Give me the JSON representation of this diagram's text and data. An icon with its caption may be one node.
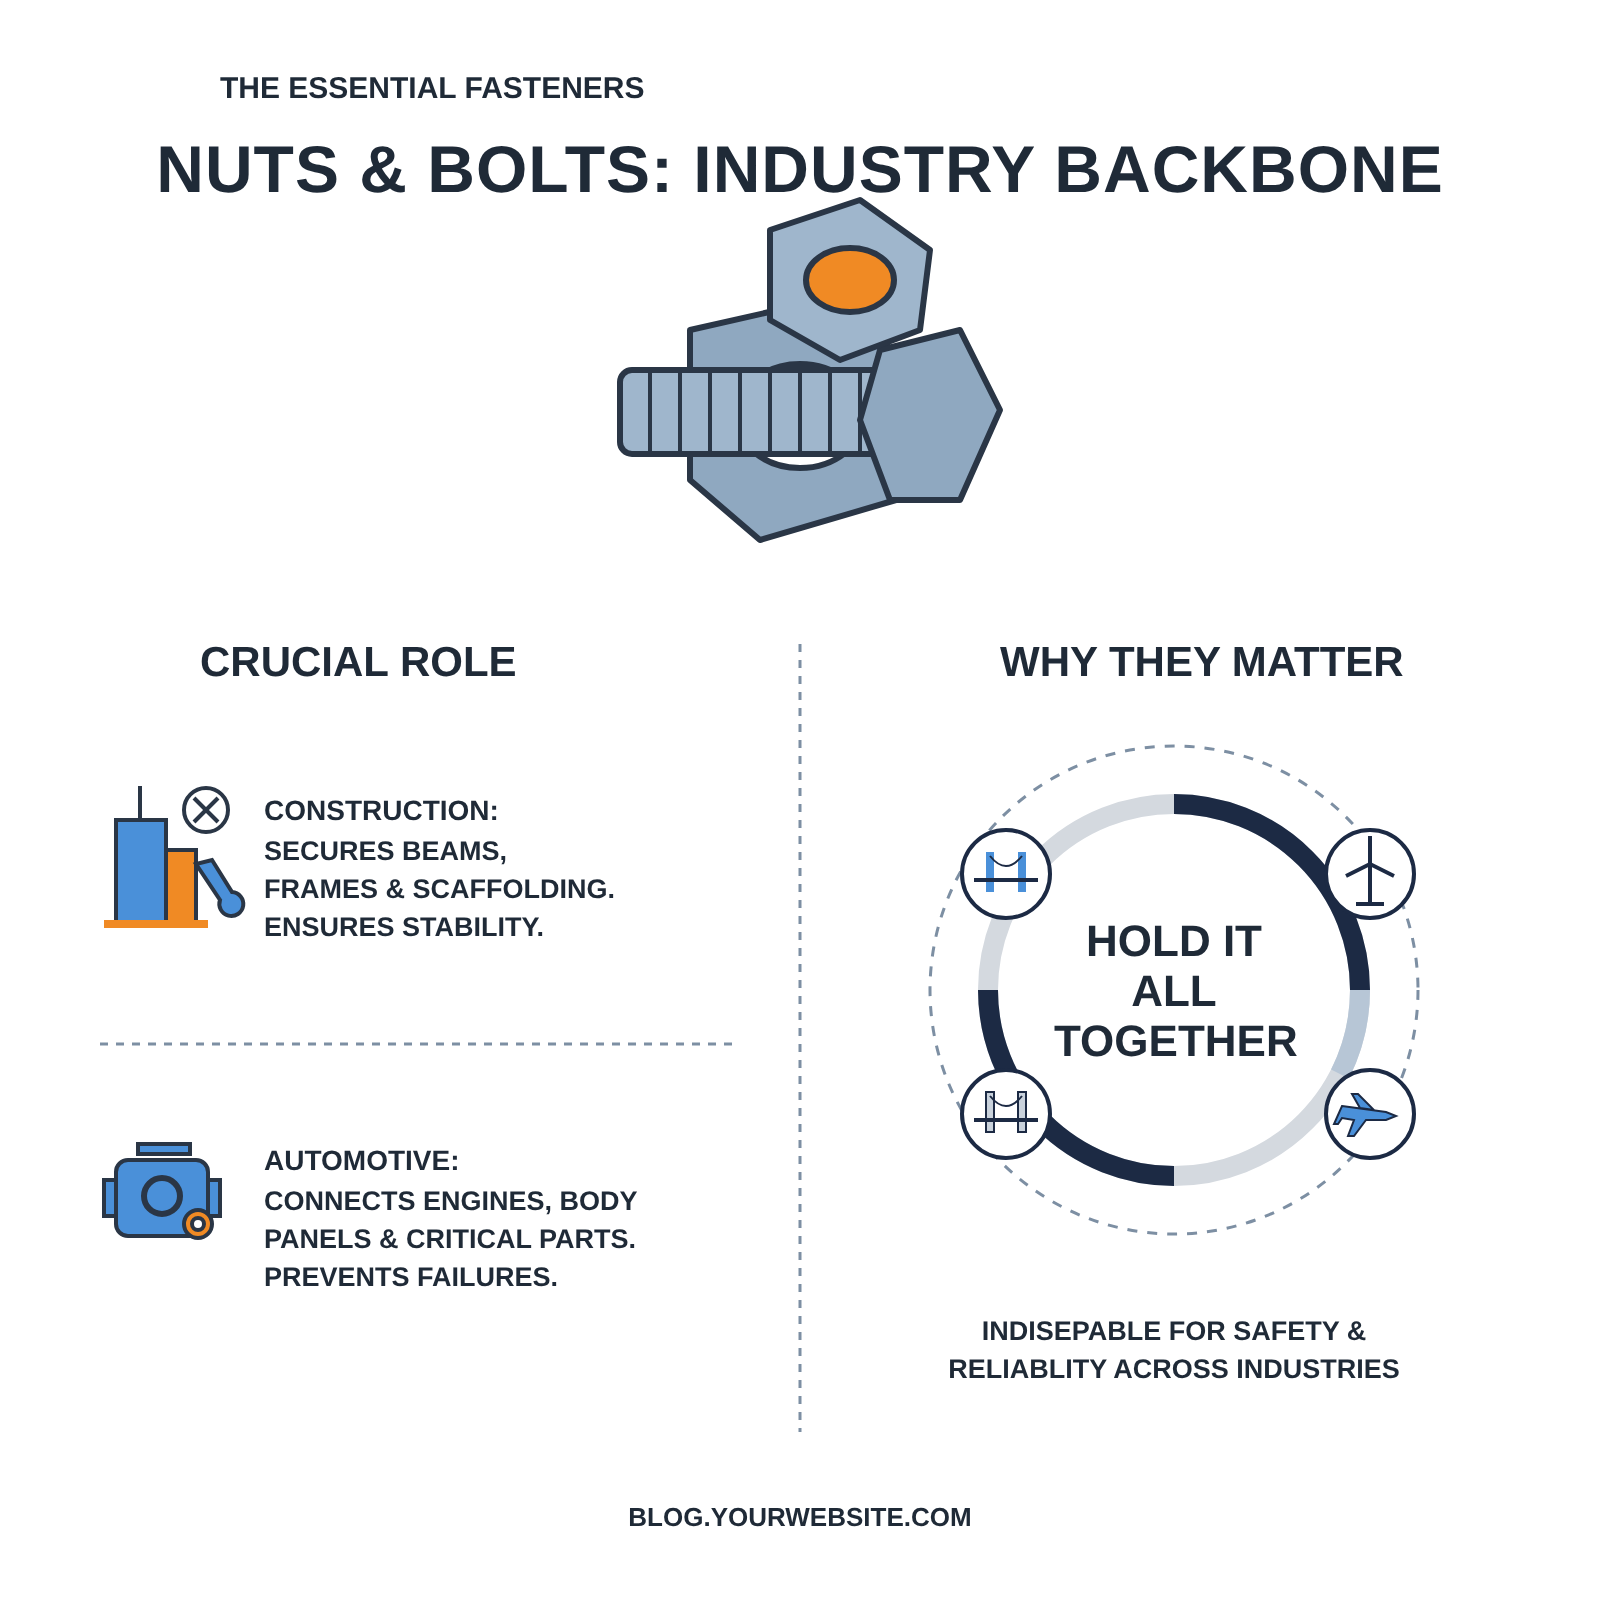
{
  "diagram": {
    "title": "NUTS & BOLTS: INDUSTRY BACKBONE",
    "nodes": [
      {
        "text": [
          "HOLD IT ALL TOGETHER"
        ]
      }
    ],
    "labels": [
      "THE ESSENTIAL FASTENERS",
      "CRUCIAL ROLE",
      "WHY THEY MATTER",
      "CONSTRUCTION:",
      "SECURES BEAMS, FRAMES & SCAFFOLDING. ENSURES STABILITY.",
      "AUTOMOTIVE:",
      "CONNECTS ENGINES, BODY PANELS & CRITICAL PARTS. PREVENTS FAILURES.",
      "INDISEPABLE FOR SAFETY & RELIABLITY ACROSS INDUSTRIES",
      "BLOG.YOURWEBSITE.COM"
    ]
  }
}
